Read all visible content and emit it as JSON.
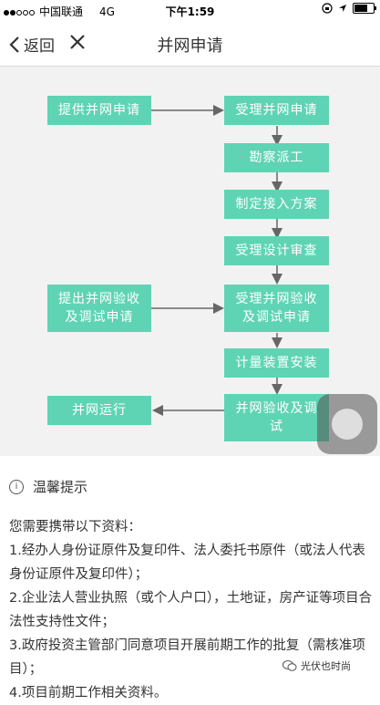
{
  "status": {
    "carrier": "中国联通",
    "network": "4G",
    "time": "下午1:59"
  },
  "nav": {
    "back_label": "返回",
    "title": "并网申请"
  },
  "flow": {
    "apply": "提供并网申请",
    "accept": "受理并网申请",
    "survey": "勘察派工",
    "plan": "制定接入方案",
    "review": "受理设计审查",
    "submit_accept_line1": "提出并网验收",
    "submit_accept_line2": "及调试申请",
    "handle_accept_line1": "受理并网验收",
    "handle_accept_line2": "及调试申请",
    "meter": "计量装置安装",
    "final_line1": "并网验收及调",
    "final_line2": "试",
    "run": "并网运行"
  },
  "colors": {
    "box": "#5fd4b4",
    "flow_bg": "#f2f2f2",
    "arrow": "#666666"
  },
  "tips": {
    "title": "温馨提示",
    "intro": "您需要携带以下资料：",
    "item1": "1.经办人身份证原件及复印件、法人委托书原件（或法人代表身份证原件及复印件）；",
    "item2": "2.企业法人营业执照（或个人户口），土地证，房产证等项目合法性支持性文件；",
    "item3": "3.政府投资主管部门同意项目开展前期工作的批复（需核准项目）；",
    "item4": "4.项目前期工作相关资料。"
  },
  "watermark": {
    "text": "光伏也时尚"
  }
}
